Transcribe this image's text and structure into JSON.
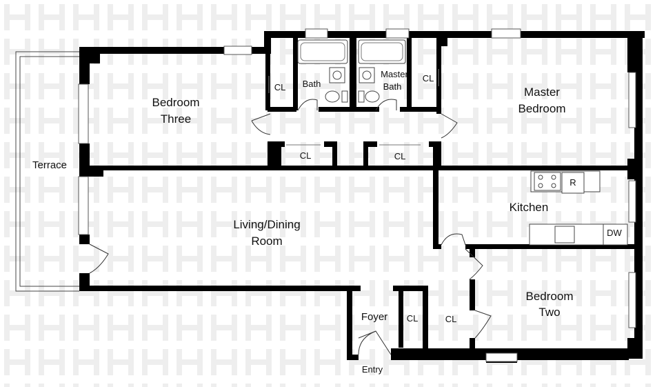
{
  "rooms": {
    "terrace": "Terrace",
    "bedroom_three": [
      "Bedroom",
      "Three"
    ],
    "living_dining": [
      "Living/Dining",
      "Room"
    ],
    "bath": "Bath",
    "master_bath": [
      "Master",
      "Bath"
    ],
    "master_bedroom": [
      "Master",
      "Bedroom"
    ],
    "kitchen": "Kitchen",
    "bedroom_two": [
      "Bedroom",
      "Two"
    ],
    "foyer": "Foyer",
    "entry": "Entry"
  },
  "closets": {
    "bedroom_three": "CL",
    "hall_left": "CL",
    "hall_right": "CL",
    "master": "CL",
    "foyer": "CL",
    "bedroom_two": "CL"
  },
  "appliances": {
    "refrigerator": "R",
    "dishwasher": "DW"
  },
  "colors": {
    "walls": "#000000",
    "background": "#ffffff",
    "watermark": "#eeeeee"
  }
}
